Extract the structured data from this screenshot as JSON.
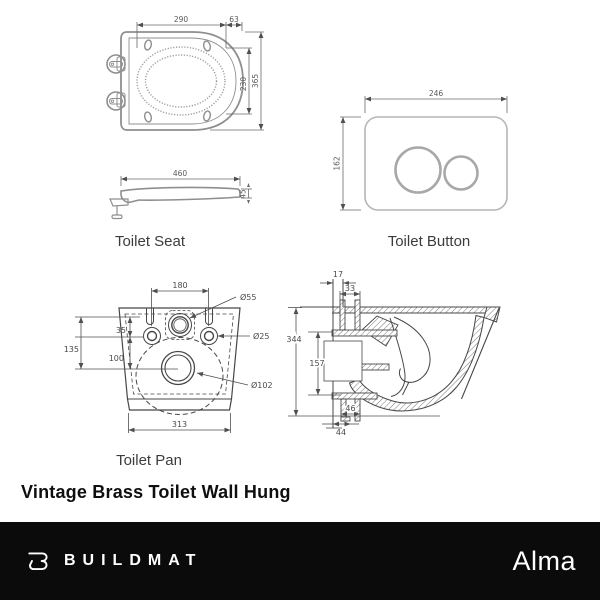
{
  "page": {
    "title": "Vintage Brass Toilet Wall Hung",
    "background": "#ffffff"
  },
  "drawings": {
    "toilet_seat": {
      "label": "Toilet Seat",
      "top_view": {
        "ring_width": "290",
        "edge_offset": "63",
        "ring_depth": "230",
        "overall_depth": "365"
      },
      "side_view": {
        "length": "460",
        "height": "45"
      }
    },
    "toilet_button": {
      "label": "Toilet Button",
      "width": "246",
      "height": "162"
    },
    "toilet_pan": {
      "label": "Toilet Pan",
      "rear_view": {
        "fixing_hole_spacing": "180",
        "inlet_diameter": "Ø55",
        "fixing_offset": "35",
        "waste_offset_total": "135",
        "waste_offset": "100",
        "fixing_hole_diameter": "Ø25",
        "waste_diameter": "Ø102",
        "overall_width": "313"
      },
      "side_view": {
        "wall_gap": "17",
        "inlet_width": "33",
        "overall_height": "344",
        "frame_height": "157",
        "outlet_width": "46",
        "outlet_offset": "44"
      }
    }
  },
  "footer": {
    "brand": "BUILDMAT",
    "model": "Alma",
    "background": "#0b0b0b",
    "text_color": "#ffffff"
  },
  "colors": {
    "drawing_line": "#474747",
    "seat_line": "#8f8f8f",
    "button_line": "#a8a8a8",
    "dimension_line": "#4f4f4f"
  }
}
